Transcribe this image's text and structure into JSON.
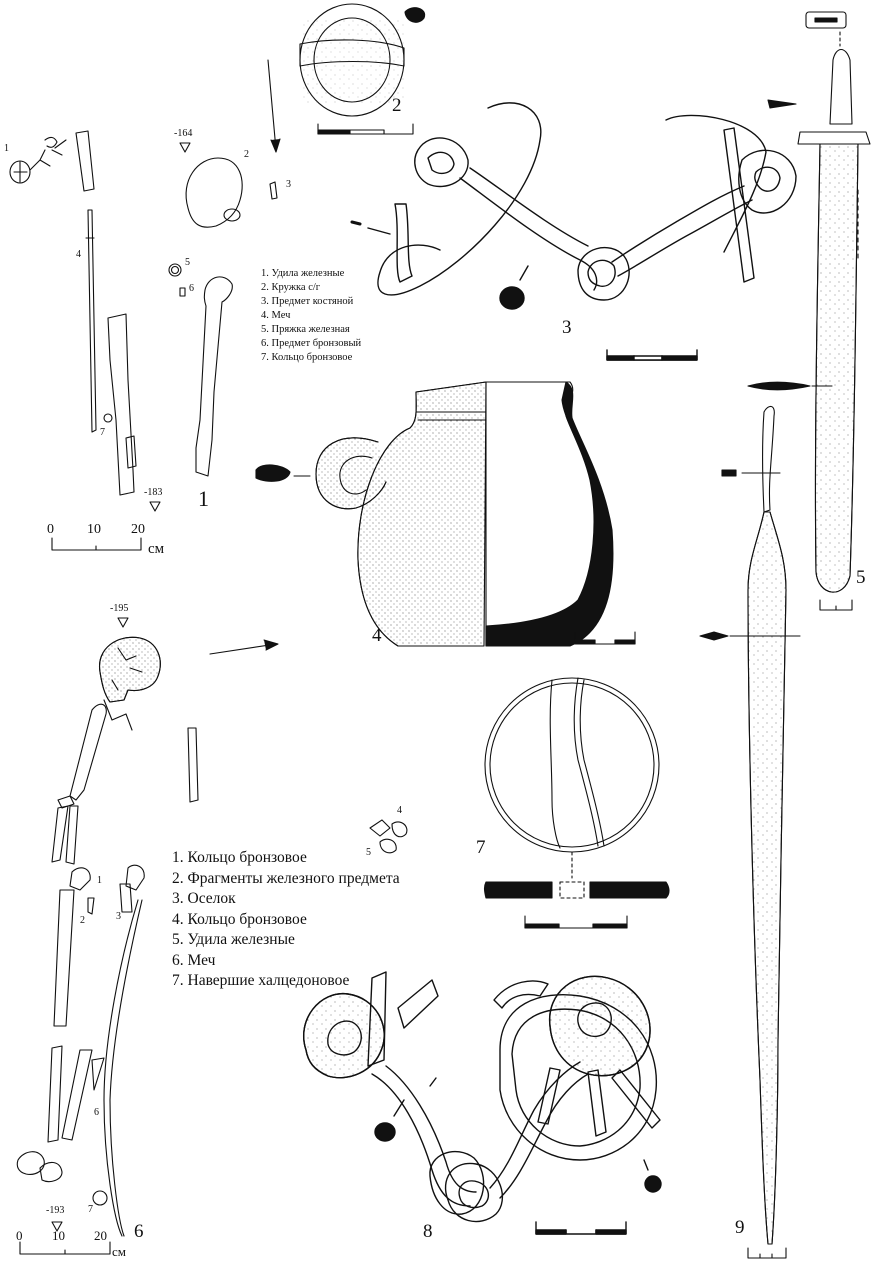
{
  "legend_upper": [
    "1. Удила железные",
    "2. Кружка с/г",
    "3. Предмет костяной",
    "4. Меч",
    "5. Пряжка железная",
    "6. Предмет бронзовый",
    "7. Кольцо бронзовое"
  ],
  "legend_lower": [
    "1. Кольцо бронзовое",
    "2. Фрагменты железного предмета",
    "3. Оселок",
    "4. Кольцо бронзовое",
    "5. Удила железные",
    "6. Меч",
    "7. Навершие халцедоновое"
  ],
  "figure_numbers": {
    "f1": "1",
    "f2": "2",
    "f3": "3",
    "f4": "4",
    "f5": "5",
    "f6": "6",
    "f7": "7",
    "f8": "8",
    "f9": "9"
  },
  "grave_upper": {
    "depth_top": "-164",
    "depth_bottom": "-183",
    "scale_ticks": [
      "0",
      "10",
      "20"
    ],
    "scale_unit": "см",
    "items": [
      "1",
      "2",
      "3",
      "4",
      "5",
      "6",
      "7"
    ]
  },
  "grave_lower": {
    "depth_top": "-195",
    "depth_bottom": "-193",
    "scale_ticks": [
      "0",
      "10",
      "20"
    ],
    "scale_unit": "см",
    "items": [
      "1",
      "2",
      "3",
      "4",
      "5",
      "6",
      "7"
    ]
  }
}
